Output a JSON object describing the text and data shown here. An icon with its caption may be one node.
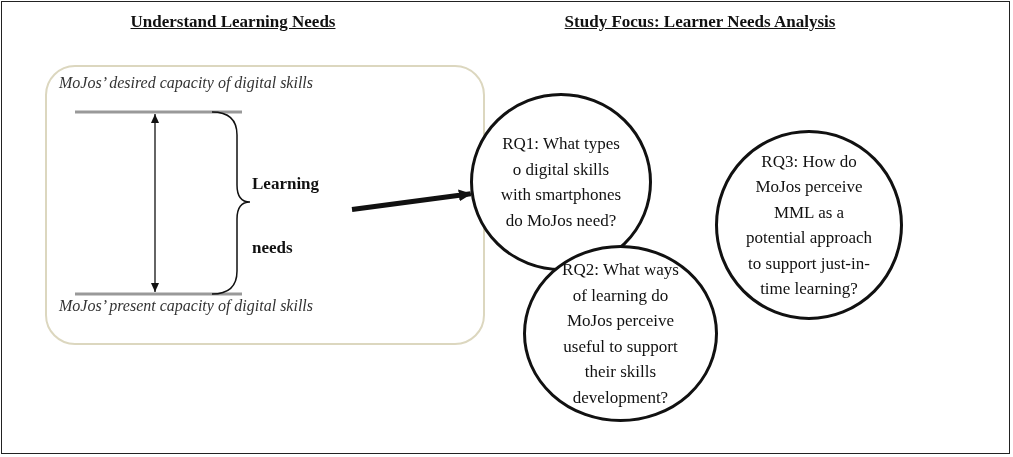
{
  "diagram": {
    "nodes": [
      {
        "text": [
          "MoJos’ desired capacity of digital skills",
          "MoJos’ present capacity of digital skills"
        ]
      },
      {
        "text": [
          "Learning needs"
        ],
        "in": 0
      },
      {
        "text": [
          "RQ1: What types o digital skills with smartphones do MoJos need?"
        ]
      },
      {
        "text": [
          "RQ3: How do MoJos perceive MML as a potential approach to support just-in-time learning?"
        ]
      },
      {
        "text": [
          "RQ2: What ways of learning do MoJos perceive useful to support their skills development?"
        ]
      }
    ],
    "edges": [
      {
        "from": 1,
        "to": 2,
        "arrow": "to"
      }
    ],
    "labels": [
      "Understand Learning Needs",
      "Study Focus: Learner Needs Analysis"
    ]
  }
}
